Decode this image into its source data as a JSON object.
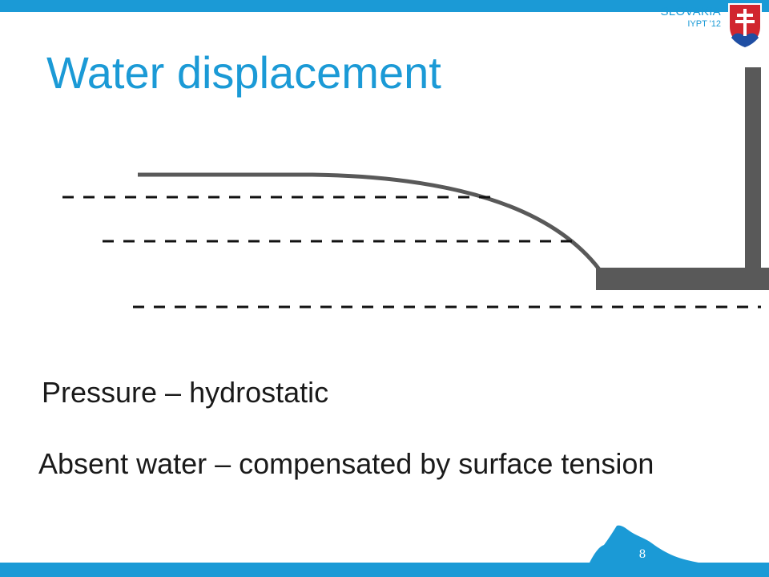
{
  "slide": {
    "title": "Water displacement",
    "lines": [
      "Pressure – hydrostatic",
      "Absent water – compensated by surface tension"
    ],
    "page_number": "8"
  },
  "brand": {
    "country": "SLOVAKIA",
    "event": "IYPT '12"
  },
  "colors": {
    "accent": "#1b9ad6",
    "title": "#1b9ad6",
    "bar": "#1b9ad6",
    "shape": "#595959",
    "dash": "#111111",
    "crest_red": "#d1262f",
    "crest_blue": "#1f4ea3"
  },
  "icons": [
    "slovak-crest-icon",
    "mountain-silhouette-icon"
  ]
}
